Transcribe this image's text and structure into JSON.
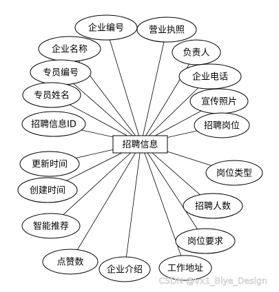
{
  "entity": {
    "label": "招聘信息"
  },
  "attributes": [
    {
      "id": "company-id",
      "label": "企业编号"
    },
    {
      "id": "business-license",
      "label": "营业执照"
    },
    {
      "id": "company-name",
      "label": "企业名称"
    },
    {
      "id": "person-in-charge",
      "label": "负责人"
    },
    {
      "id": "specialist-id",
      "label": "专员编号"
    },
    {
      "id": "company-phone",
      "label": "企业电话"
    },
    {
      "id": "specialist-name",
      "label": "专员姓名"
    },
    {
      "id": "promo-photo",
      "label": "宣传照片"
    },
    {
      "id": "recruitment-id",
      "label": "招聘信息ID"
    },
    {
      "id": "recruit-position",
      "label": "招聘岗位"
    },
    {
      "id": "update-time",
      "label": "更新时间"
    },
    {
      "id": "position-type",
      "label": "岗位类型"
    },
    {
      "id": "create-time",
      "label": "创建时间"
    },
    {
      "id": "recruit-count",
      "label": "招聘人数"
    },
    {
      "id": "smart-recommend",
      "label": "智能推荐"
    },
    {
      "id": "position-require",
      "label": "岗位要求"
    },
    {
      "id": "like-count",
      "label": "点赞数"
    },
    {
      "id": "company-intro",
      "label": "企业介绍"
    },
    {
      "id": "work-address",
      "label": "工作地址"
    }
  ],
  "watermark": "CSDN @vx1_Biye_Design"
}
